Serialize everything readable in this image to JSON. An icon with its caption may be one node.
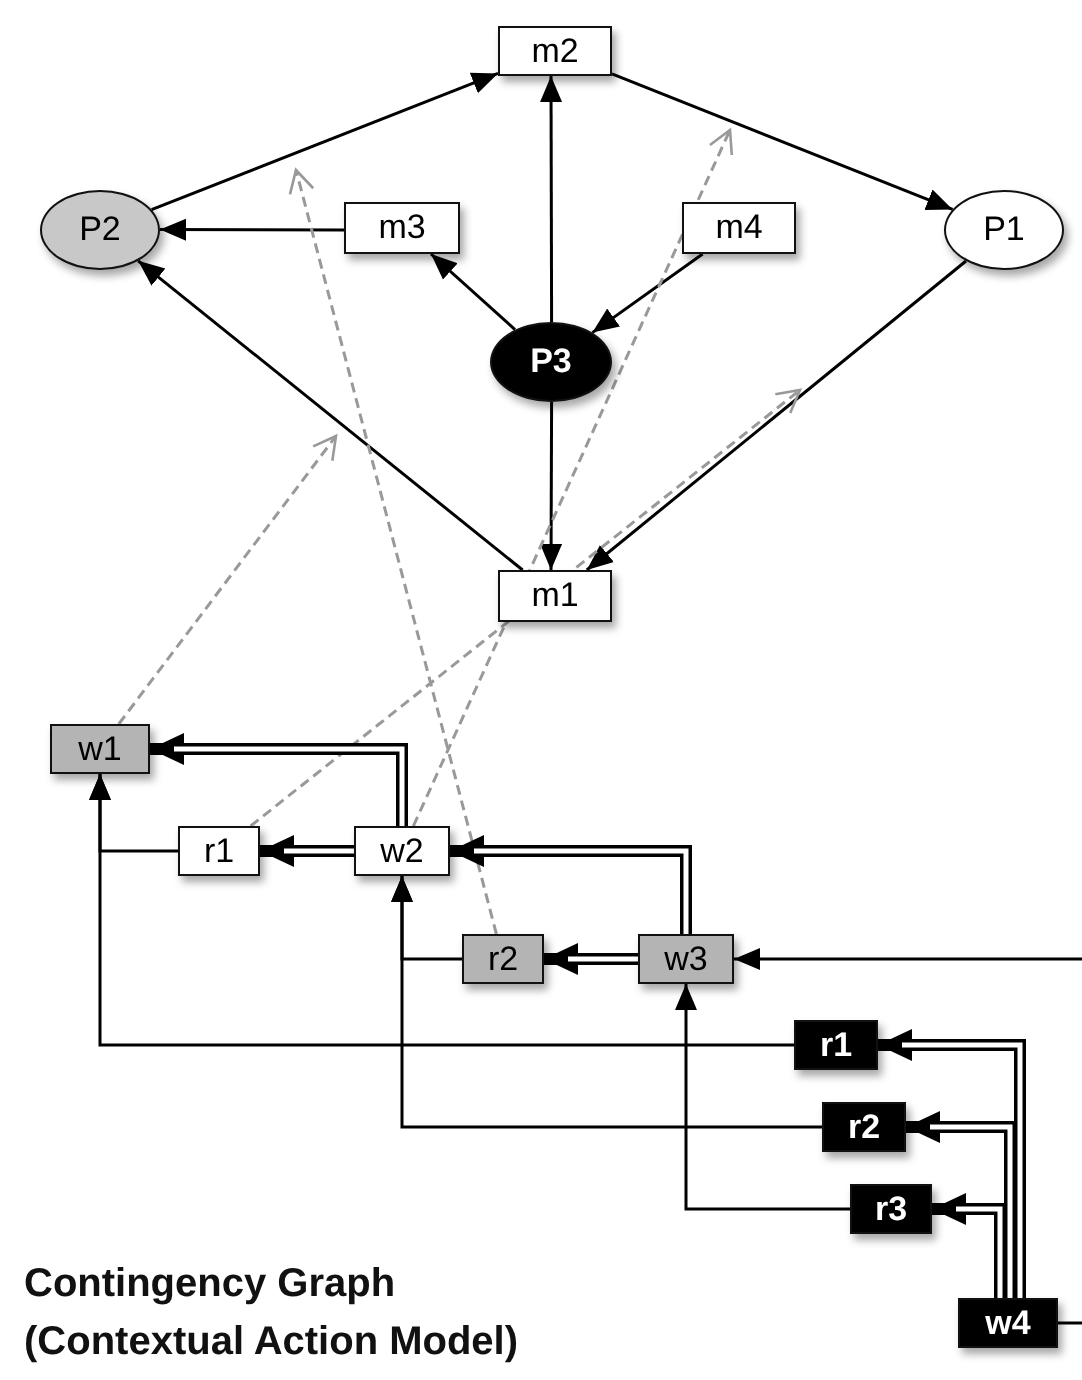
{
  "diagram": {
    "title": "Contingency Graph (Contextual Action Model)",
    "nodes": [
      {
        "text": [
          "m2"
        ]
      },
      {
        "text": [
          "P2"
        ]
      },
      {
        "text": [
          "m3"
        ]
      },
      {
        "text": [
          "m4"
        ]
      },
      {
        "text": [
          "P1"
        ]
      },
      {
        "text": [
          "P3"
        ]
      },
      {
        "text": [
          "m1"
        ]
      },
      {
        "text": [
          "w1"
        ]
      },
      {
        "text": [
          "r1"
        ]
      },
      {
        "text": [
          "w2"
        ]
      },
      {
        "text": [
          "r2"
        ]
      },
      {
        "text": [
          "w3"
        ]
      },
      {
        "text": [
          "r1"
        ]
      },
      {
        "text": [
          "r2"
        ]
      },
      {
        "text": [
          "r3"
        ]
      },
      {
        "text": [
          "w4"
        ]
      }
    ],
    "edges": [
      {
        "from": 1,
        "to": 0,
        "arrow": "to"
      },
      {
        "from": 0,
        "to": 4,
        "arrow": "to"
      },
      {
        "from": 2,
        "to": 1,
        "arrow": "to"
      },
      {
        "from": 5,
        "to": 2,
        "arrow": "to"
      },
      {
        "from": 5,
        "to": 0,
        "arrow": "to"
      },
      {
        "from": 3,
        "to": 5,
        "arrow": "to"
      },
      {
        "from": 5,
        "to": 6,
        "arrow": "to"
      },
      {
        "from": 4,
        "to": 6,
        "arrow": "to"
      },
      {
        "from": 6,
        "to": 1,
        "arrow": "to"
      },
      {
        "from": 7,
        "to": null,
        "arrow": "to",
        "style": "dashed",
        "color": "#999999"
      },
      {
        "from": 10,
        "to": null,
        "arrow": "to",
        "style": "dashed",
        "color": "#999999"
      },
      {
        "from": 9,
        "to": null,
        "arrow": "to",
        "style": "dashed",
        "color": "#999999"
      },
      {
        "from": 8,
        "to": null,
        "arrow": "to",
        "style": "dashed",
        "color": "#999999"
      },
      {
        "from": 9,
        "to": 7,
        "arrow": "to",
        "style": "thick"
      },
      {
        "from": 9,
        "to": 8,
        "arrow": "to",
        "style": "thick"
      },
      {
        "from": 11,
        "to": 9,
        "arrow": "to",
        "style": "thick"
      },
      {
        "from": 11,
        "to": 10,
        "arrow": "to",
        "style": "thick"
      },
      {
        "from": null,
        "to": 11,
        "arrow": "to"
      },
      {
        "from": 8,
        "to": 7,
        "arrow": "to"
      },
      {
        "from": 10,
        "to": 9,
        "arrow": "to"
      },
      {
        "from": 12,
        "to": 7,
        "arrow": "to"
      },
      {
        "from": 13,
        "to": 9,
        "arrow": "to"
      },
      {
        "from": 14,
        "to": 11,
        "arrow": "to"
      },
      {
        "from": 15,
        "to": 12,
        "arrow": "to",
        "style": "thick"
      },
      {
        "from": 15,
        "to": 13,
        "arrow": "to",
        "style": "thick"
      },
      {
        "from": 15,
        "to": 14,
        "arrow": "to",
        "style": "thick"
      },
      {
        "from": 15,
        "to": null,
        "arrow": "none"
      }
    ]
  }
}
